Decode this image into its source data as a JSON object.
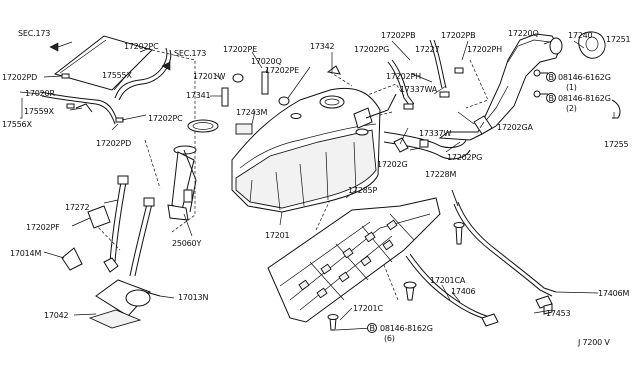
{
  "labels": {
    "sec173_a": "SEC.173",
    "p17202PC_a": "17202PC",
    "sec173_b": "SEC.173",
    "p17202PE_a": "17202PE",
    "p17020Q": "17020Q",
    "p17202PE_b": "17202PE",
    "p17342": "17342",
    "p17202PB_a": "17202PB",
    "p17202PB_b": "17202PB",
    "p17220Q": "17220Q",
    "p17240": "17240",
    "p17251": "17251",
    "p17202PD_a": "17202PD",
    "p17555X": "17555X",
    "p17201W": "17201W",
    "p17202PG_a": "17202PG",
    "p17227": "17227",
    "p17202PH_a": "17202PH",
    "p17020R": "17020R",
    "p17559X": "17559X",
    "p17556X": "17556X",
    "p17341": "17341",
    "p17202PH_b": "17202PH",
    "p17337WA": "17337WA",
    "bolt_a": "08146-6162G",
    "bolt_a_qty": "(1)",
    "bolt_b": "08146-8162G",
    "bolt_b_qty": "(2)",
    "p17243M": "17243M",
    "p17202PC_b": "17202PC",
    "p17202PD_b": "17202PD",
    "p17337W": "17337W",
    "p17202GA": "17202GA",
    "p17255": "17255",
    "p17202G": "17202G",
    "p17202PG_b": "17202PG",
    "p17228M": "17228M",
    "p17272": "17272",
    "p17285P": "17285P",
    "p17202PF": "17202PF",
    "p17201": "17201",
    "p25060Y": "25060Y",
    "p17014M": "17014M",
    "p17201CA": "17201CA",
    "p17406": "17406",
    "p17406M": "17406M",
    "p17013N": "17013N",
    "p17042": "17042",
    "p17201C": "17201C",
    "p17453": "17453",
    "bolt_c": "08146-8162G",
    "bolt_c_qty": "(6)",
    "diagram_code": "J 7200 V"
  },
  "circle_marker": "B",
  "colors": {
    "line": "#111111",
    "background": "#ffffff"
  }
}
